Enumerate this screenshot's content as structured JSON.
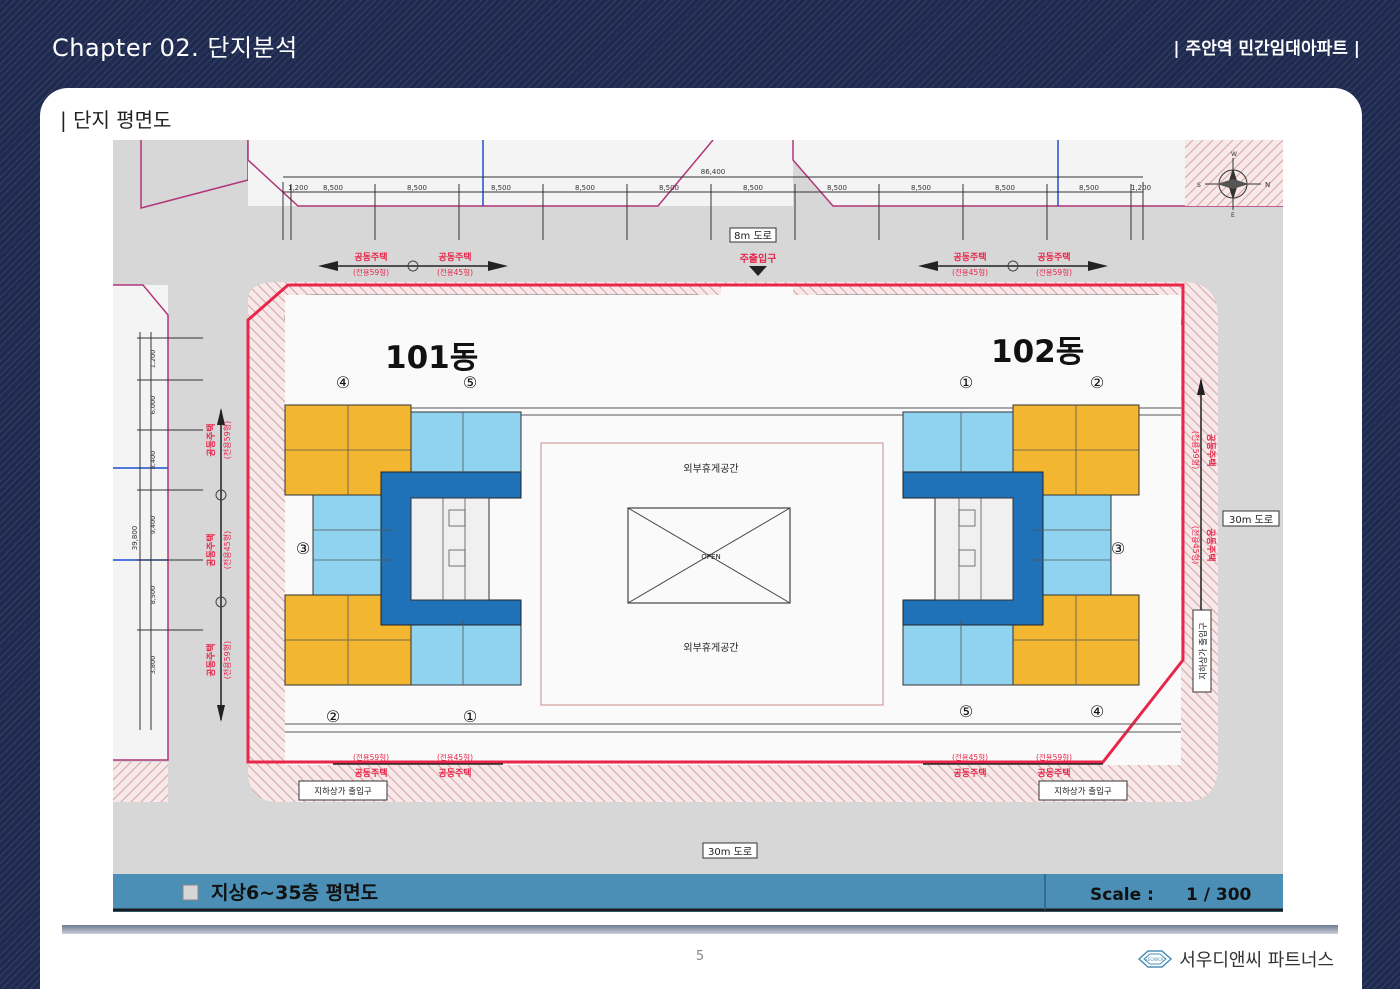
{
  "header": {
    "chapter_title": "Chapter 02. 단지분석",
    "project_title": "| 주안역 민간임대아파트 |"
  },
  "section": {
    "title": "| 단지 평면도"
  },
  "plan": {
    "road_top": "8m 도로",
    "road_right": "30m 도로",
    "road_bottom": "30m 도로",
    "main_entrance": "주출입구",
    "building_101": "101동",
    "building_102": "102동",
    "rest_area": "외부휴게공간",
    "open_label": "OPEN",
    "underground_entrance": "지하상가 출입구",
    "apartment": "공동주택",
    "type_59": "(전용59형)",
    "type_45": "(전용45형)",
    "unit_numbers": [
      "①",
      "②",
      "③",
      "④",
      "⑤"
    ],
    "total_dim": "86,400",
    "span_dim": "8,500",
    "edge_dims": [
      "1,200",
      "1,200"
    ],
    "vertical_dims": [
      "1,200",
      "6,000",
      "8,400",
      "9,400",
      "8,500",
      "3,800"
    ],
    "vertical_total": "39,800",
    "compass": [
      "N",
      "E",
      "S",
      "W"
    ],
    "floor_plan_label": "지상6~35층 평면도",
    "scale_label": "Scale :",
    "scale_value": "1 / 300"
  },
  "footer": {
    "page_number": "5",
    "brand_name": "서우디앤씨 파트너스",
    "logo_text": "SEOWOO"
  },
  "colors": {
    "background": "#1e2a4f",
    "site_line": "#e8264a",
    "unit_blue": "#8fd3f0",
    "unit_yellow": "#f2b630",
    "core_blue": "#1f72b8",
    "bottom_bar": "#4b8fb6"
  }
}
